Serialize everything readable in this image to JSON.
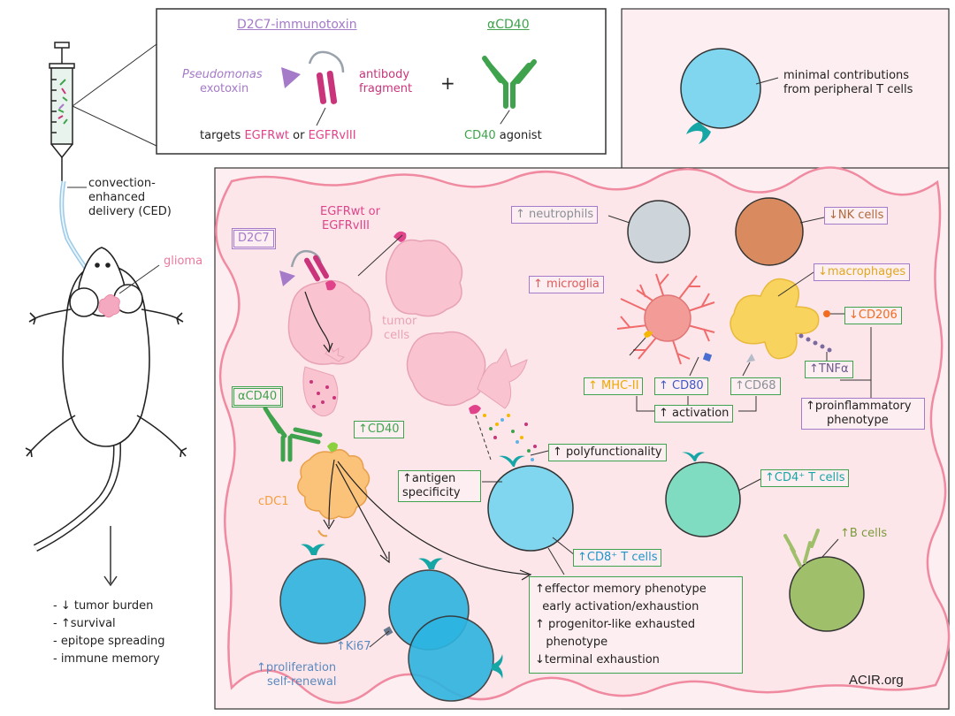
{
  "legend_box": {
    "d2c7_title": "D2C7-immunotoxin",
    "acd40_title": "αCD40",
    "pseudomonas": "Pseudomonas",
    "exotoxin": "exotoxin",
    "antibody": "antibody",
    "fragment": "fragment",
    "plus": "+",
    "targets": "targets",
    "egfrwt": "EGFRwt",
    "or": "or",
    "egfrviii": "EGFRvIII",
    "cd40": "CD40",
    "agonist": "agonist"
  },
  "left": {
    "ced_line1": "convection-",
    "ced_line2": "enhanced",
    "ced_line3": "delivery (CED)",
    "glioma": "glioma",
    "outcomes": [
      "- ↓ tumor burden",
      "- ↑survival",
      "- epitope spreading",
      "- immune memory"
    ]
  },
  "periphery": {
    "t_cell_note_1": "minimal contributions",
    "t_cell_note_2": "from peripheral T cells"
  },
  "tme": {
    "d2c7_tag": "D2C7",
    "egfr_1": "EGFRwt or",
    "egfr_2": "EGFRvIII",
    "tumor_1": "tumor",
    "tumor_2": "cells",
    "acd40_tag": "αCD40",
    "cd40_up": "↑CD40",
    "cdc1": "cDC1",
    "antigen_1": "↑antigen",
    "antigen_2": "specificity",
    "polyfunc": "↑ polyfunctionality",
    "neutrophils": "↑ neutrophils",
    "nk": "↓NK cells",
    "microglia": "↑ microglia",
    "macrophages": "↓macrophages",
    "cd206": "↓CD206",
    "tnfa": "↑TNFα",
    "mhc": "↑ MHC-II",
    "cd80": "↑ CD80",
    "cd68": "↑CD68",
    "activation": "↑ activation",
    "proinf_1": "↑proinflammatory",
    "proinf_2": "phenotype",
    "cd4": "↑CD4⁺ T cells",
    "cd8": "↑CD8⁺ T cells",
    "bcells": "↑B cells",
    "ki67": "↑Ki67",
    "prolif_1": "↑proliferation",
    "prolif_2": "self-renewal",
    "cd8_effects": [
      "↑effector memory phenotype",
      "  early activation/exhaustion",
      "↑ progenitor-like exhausted",
      "   phenotype",
      "↓terminal exhaustion"
    ],
    "credit": "ACIR.org"
  },
  "colors": {
    "pink_region": "#fde6ea",
    "region_border": "#f08aa0",
    "t_cell": "#7fd6ee",
    "cd4_cell": "#7fdcc0",
    "neutrophil": "#cdd5da",
    "nk": "#d98b5f",
    "macrophage": "#f8d35e",
    "microglia": "#f39b96",
    "b_cell": "#9fbf6a",
    "cdc1": "#fbc27a",
    "tumor": "#f9c3d0",
    "green": "#3fa34d",
    "purple": "#a57ac9",
    "magenta": "#e0438a"
  }
}
